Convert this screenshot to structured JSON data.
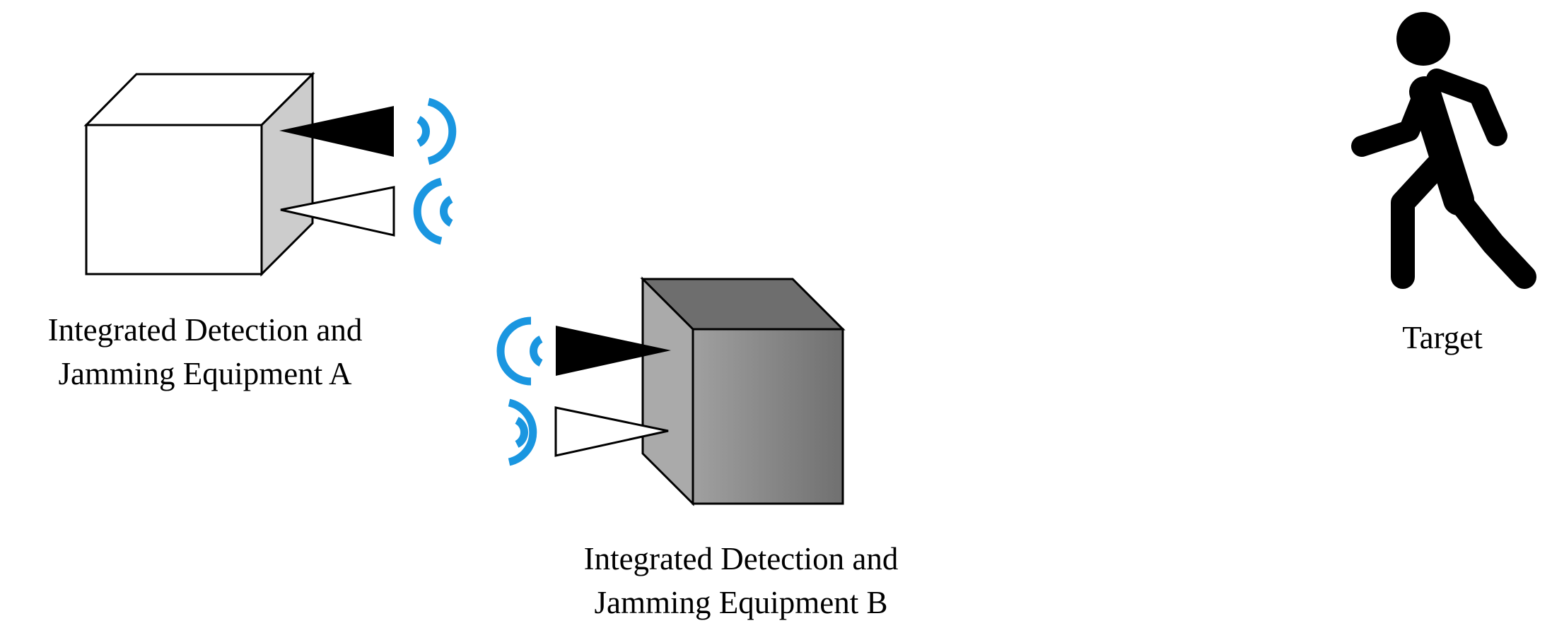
{
  "colors": {
    "signal": "#1a96e0",
    "outline": "#000000",
    "equipment_a_body": "#ffffff",
    "equipment_a_side": "#cccccc",
    "equipment_b_side": "#aaaaaa",
    "equipment_b_front_light": "#a0a0a0",
    "equipment_b_front_dark": "#707070",
    "equipment_b_top": "#6e6e6e"
  },
  "equipment_a": {
    "label_line1": "Integrated Detection and",
    "label_line2": "Jamming Equipment A",
    "transmit_icon": "black-cone-transmitter-icon",
    "receive_icon": "white-cone-receiver-icon"
  },
  "equipment_b": {
    "label_line1": "Integrated Detection and",
    "label_line2": "Jamming Equipment B",
    "transmit_icon": "black-cone-transmitter-icon",
    "receive_icon": "white-cone-receiver-icon"
  },
  "target": {
    "label": "Target",
    "icon": "walking-person-icon"
  }
}
